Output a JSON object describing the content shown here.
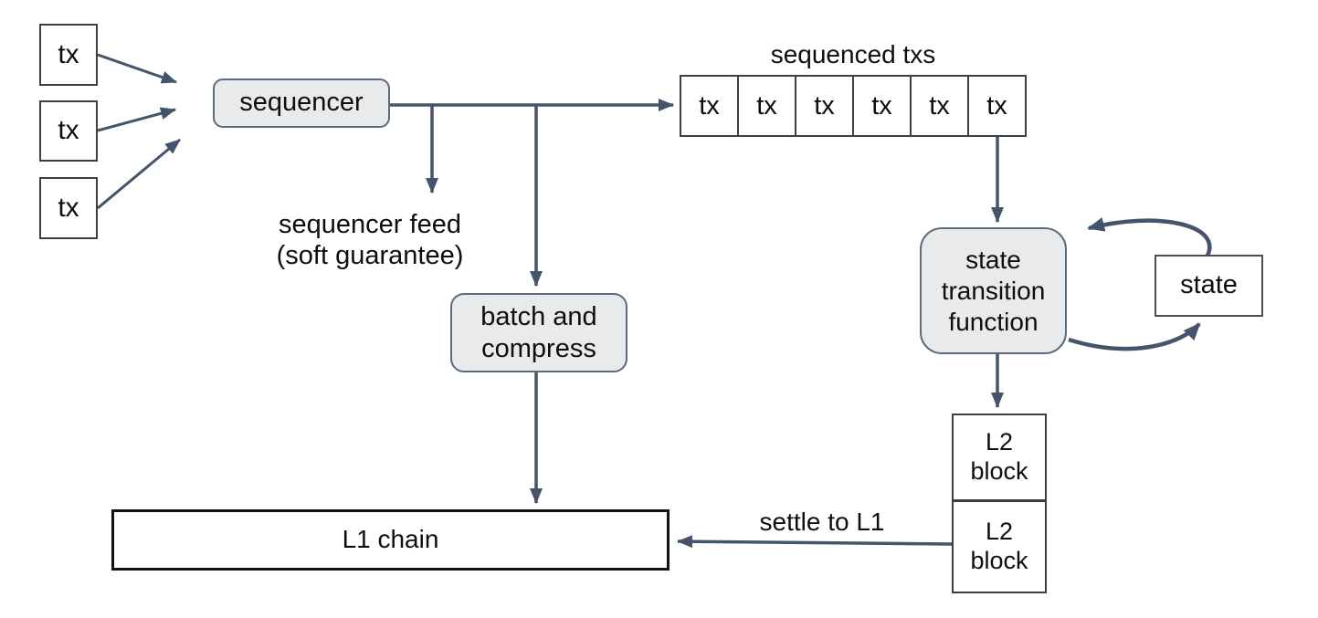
{
  "diagram": {
    "colors": {
      "arrow": "#44546A",
      "process_fill": "#E9EAEB",
      "process_border": "#5B6B7D",
      "box_border": "#3F3F3F",
      "l1_border": "#111111",
      "text": "#0E0E0E",
      "background": "#FFFFFF"
    },
    "nodes": {
      "tx_inputs": [
        "tx",
        "tx",
        "tx"
      ],
      "sequencer": "sequencer",
      "sequencer_feed_note": "sequencer feed\n(soft guarantee)",
      "batch_compress": "batch and\ncompress",
      "sequenced_txs_title": "sequenced txs",
      "sequenced_txs": [
        "tx",
        "tx",
        "tx",
        "tx",
        "tx",
        "tx"
      ],
      "state_transition_function": "state\ntransition\nfunction",
      "state": "state",
      "l2_blocks": [
        "L2\nblock",
        "L2\nblock"
      ],
      "l1_chain": "L1 chain",
      "settle_label": "settle to L1"
    },
    "edges": [
      {
        "from": "tx-input-1",
        "to": "sequencer",
        "style": "straight-arrow"
      },
      {
        "from": "tx-input-2",
        "to": "sequencer",
        "style": "straight-arrow"
      },
      {
        "from": "tx-input-3",
        "to": "sequencer",
        "style": "straight-arrow"
      },
      {
        "from": "sequencer",
        "to": "sequenced-txs",
        "style": "straight-arrow"
      },
      {
        "from": "sequencer",
        "to": "sequencer-feed-note",
        "style": "straight-arrow"
      },
      {
        "from": "sequencer",
        "to": "batch-compress",
        "style": "straight-arrow"
      },
      {
        "from": "batch-compress",
        "to": "l1-chain",
        "style": "straight-arrow"
      },
      {
        "from": "sequenced-txs",
        "to": "state-transition-function",
        "style": "straight-arrow"
      },
      {
        "from": "state-transition-function",
        "to": "state",
        "style": "curved-arrow"
      },
      {
        "from": "state",
        "to": "state-transition-function",
        "style": "curved-arrow"
      },
      {
        "from": "state-transition-function",
        "to": "l2-blocks",
        "style": "straight-arrow"
      },
      {
        "from": "l2-blocks",
        "to": "l1-chain",
        "style": "straight-arrow",
        "label": "settle to L1"
      }
    ]
  }
}
